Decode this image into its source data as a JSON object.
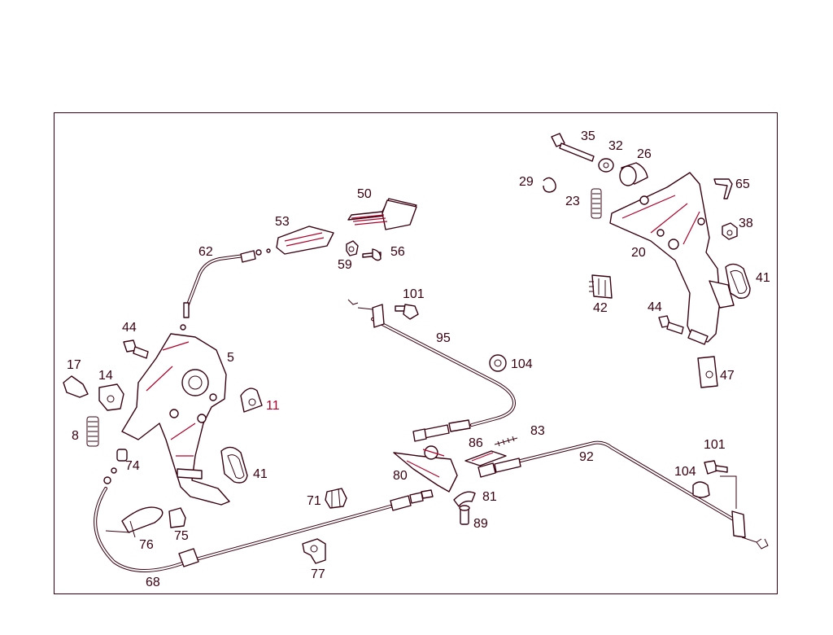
{
  "diagram": {
    "labels": [
      {
        "id": "p35",
        "text": "35"
      },
      {
        "id": "p32",
        "text": "32"
      },
      {
        "id": "p26",
        "text": "26"
      },
      {
        "id": "p29",
        "text": "29"
      },
      {
        "id": "p23",
        "text": "23"
      },
      {
        "id": "p65",
        "text": "65"
      },
      {
        "id": "p38",
        "text": "38"
      },
      {
        "id": "p20",
        "text": "20"
      },
      {
        "id": "p41a",
        "text": "41"
      },
      {
        "id": "p42",
        "text": "42"
      },
      {
        "id": "p44a",
        "text": "44"
      },
      {
        "id": "p47",
        "text": "47"
      },
      {
        "id": "p50",
        "text": "50"
      },
      {
        "id": "p53",
        "text": "53"
      },
      {
        "id": "p56",
        "text": "56"
      },
      {
        "id": "p59",
        "text": "59"
      },
      {
        "id": "p62",
        "text": "62"
      },
      {
        "id": "p101a",
        "text": "101"
      },
      {
        "id": "p95",
        "text": "95"
      },
      {
        "id": "p104a",
        "text": "104"
      },
      {
        "id": "p44b",
        "text": "44"
      },
      {
        "id": "p5",
        "text": "5"
      },
      {
        "id": "p17",
        "text": "17"
      },
      {
        "id": "p14",
        "text": "14"
      },
      {
        "id": "p11",
        "text": "11"
      },
      {
        "id": "p8",
        "text": "8"
      },
      {
        "id": "p74",
        "text": "74"
      },
      {
        "id": "p41b",
        "text": "41"
      },
      {
        "id": "p83",
        "text": "83"
      },
      {
        "id": "p86",
        "text": "86"
      },
      {
        "id": "p92",
        "text": "92"
      },
      {
        "id": "p101b",
        "text": "101"
      },
      {
        "id": "p104b",
        "text": "104"
      },
      {
        "id": "p80",
        "text": "80"
      },
      {
        "id": "p81",
        "text": "81"
      },
      {
        "id": "p89",
        "text": "89"
      },
      {
        "id": "p71",
        "text": "71"
      },
      {
        "id": "p76",
        "text": "76"
      },
      {
        "id": "p75",
        "text": "75"
      },
      {
        "id": "p77",
        "text": "77"
      },
      {
        "id": "p68",
        "text": "68"
      }
    ]
  }
}
